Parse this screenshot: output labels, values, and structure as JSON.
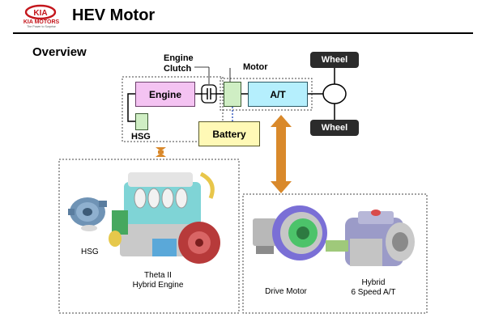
{
  "header": {
    "logo_text": "KIA MOTORS",
    "logo_tagline": "The Power to Surprise",
    "title": "HEV Motor",
    "subtitle": "Overview"
  },
  "diagram": {
    "engine_clutch_line1": "Engine",
    "engine_clutch_line2": "Clutch",
    "motor_label": "Motor",
    "engine": "Engine",
    "hsg": "HSG",
    "at": "A/T",
    "battery": "Battery",
    "wheel_top": "Wheel",
    "wheel_bottom": "Wheel"
  },
  "photos": {
    "hsg_caption": "HSG",
    "engine_caption_line1": "Theta II",
    "engine_caption_line2": "Hybrid Engine",
    "drive_motor_caption": "Drive Motor",
    "transmission_caption_line1": "Hybrid",
    "transmission_caption_line2": "6 Speed A/T"
  },
  "colors": {
    "brand_red": "#c4161c",
    "engine_fill": "#f4c3f2",
    "motor_fill": "#cfeec4",
    "at_fill": "#b5effd",
    "battery_fill": "#fff9b6",
    "arrow_orange": "#d9892b",
    "wheel_fill": "#2b2b2b"
  }
}
